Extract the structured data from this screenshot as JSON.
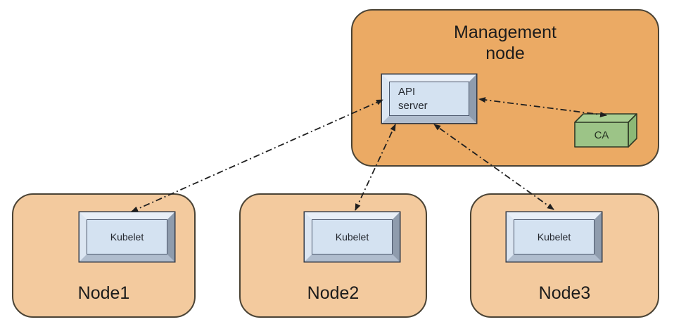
{
  "diagram": {
    "management_node": {
      "label": "Management\nnode",
      "api_server_label": "API\nserver",
      "ca_label": "CA"
    },
    "nodes": [
      {
        "label": "Node1",
        "kubelet_label": "Kubelet"
      },
      {
        "label": "Node2",
        "kubelet_label": "Kubelet"
      },
      {
        "label": "Node3",
        "kubelet_label": "Kubelet"
      }
    ],
    "connections": [
      {
        "from": "API server",
        "to": "Node1 Kubelet",
        "line_style": "dash-dot",
        "arrows": "both"
      },
      {
        "from": "API server",
        "to": "Node2 Kubelet",
        "line_style": "dash-dot",
        "arrows": "both"
      },
      {
        "from": "API server",
        "to": "Node3 Kubelet",
        "line_style": "dash-dot",
        "arrows": "both"
      },
      {
        "from": "API server",
        "to": "CA",
        "line_style": "dash-dot",
        "arrows": "both"
      }
    ],
    "colors": {
      "management_node_fill": "#EBAA64",
      "worker_node_fill": "#F3CA9E",
      "group_border": "#4A4335",
      "bevel_box_face": "#D4E2F1",
      "bevel_box_outline": "#333B48",
      "ca_front_fill": "#9CC487",
      "ca_top_fill": "#A9CE92",
      "ca_side_fill": "#8CB876",
      "ca_outline": "#2F3A26",
      "arrow_color": "#1F1F1F",
      "background": "#FFFFFF"
    }
  }
}
